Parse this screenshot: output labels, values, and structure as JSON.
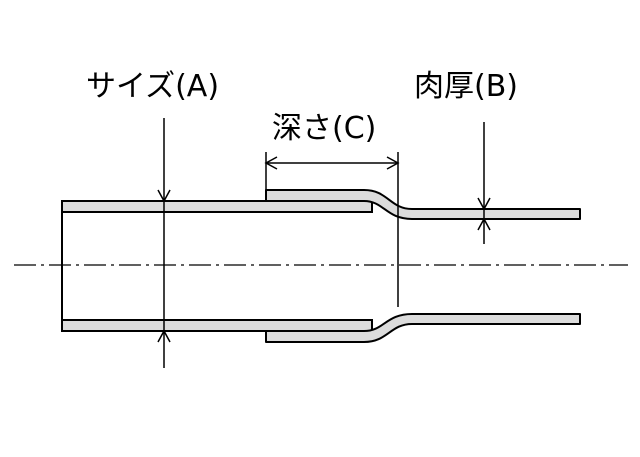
{
  "diagram": {
    "labels": {
      "size": "サイズ(A)",
      "wall_thickness": "肉厚(B)",
      "depth": "深さ(C)"
    },
    "colors": {
      "stroke": "#000000",
      "wall_fill": "#dcdcdc",
      "background": "#ffffff"
    }
  }
}
